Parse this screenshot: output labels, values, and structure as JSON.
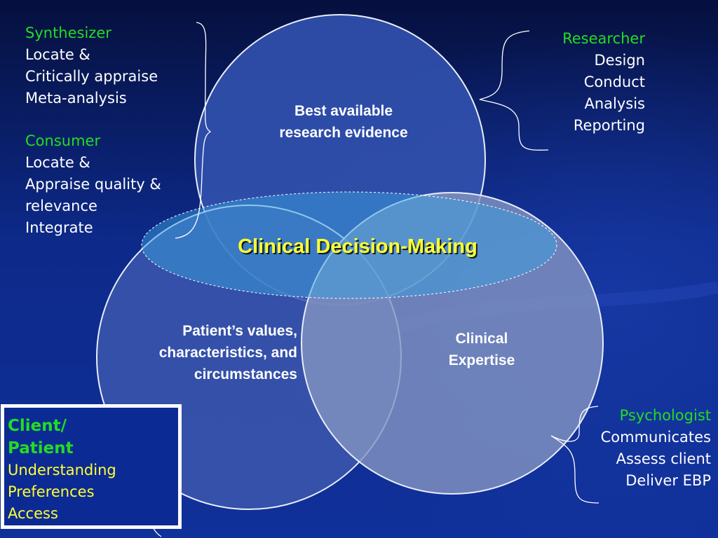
{
  "colors": {
    "background_top": "#06103e",
    "background_bottom": "#10309a",
    "heading_green": "#22dd22",
    "body_white": "#ffffff",
    "highlight_yellow": "#ffff33"
  },
  "circles": {
    "top": {
      "label_line1": "Best available",
      "label_line2": "research evidence"
    },
    "bottom_left": {
      "label_line1": "Patient’s values,",
      "label_line2": "characteristics, and",
      "label_line3": "circumstances"
    },
    "bottom_right": {
      "label_line1": "Clinical",
      "label_line2": "Expertise"
    }
  },
  "center": {
    "label": "Clinical Decision-Making"
  },
  "roles": {
    "synthesizer": {
      "title": "Synthesizer",
      "lines": [
        "Locate &",
        "Critically appraise",
        "Meta-analysis"
      ]
    },
    "consumer": {
      "title": "Consumer",
      "lines": [
        "Locate &",
        "Appraise quality &",
        "relevance",
        "Integrate"
      ]
    },
    "researcher": {
      "title": "Researcher",
      "lines": [
        "Design",
        "Conduct",
        "Analysis",
        "Reporting"
      ]
    },
    "psychologist": {
      "title": "Psychologist",
      "lines": [
        "Communicates",
        "Assess client",
        "Deliver EBP"
      ]
    },
    "client": {
      "title_line1": "Client/",
      "title_line2": "Patient",
      "lines": [
        "Understanding",
        "Preferences",
        "Access"
      ]
    }
  }
}
